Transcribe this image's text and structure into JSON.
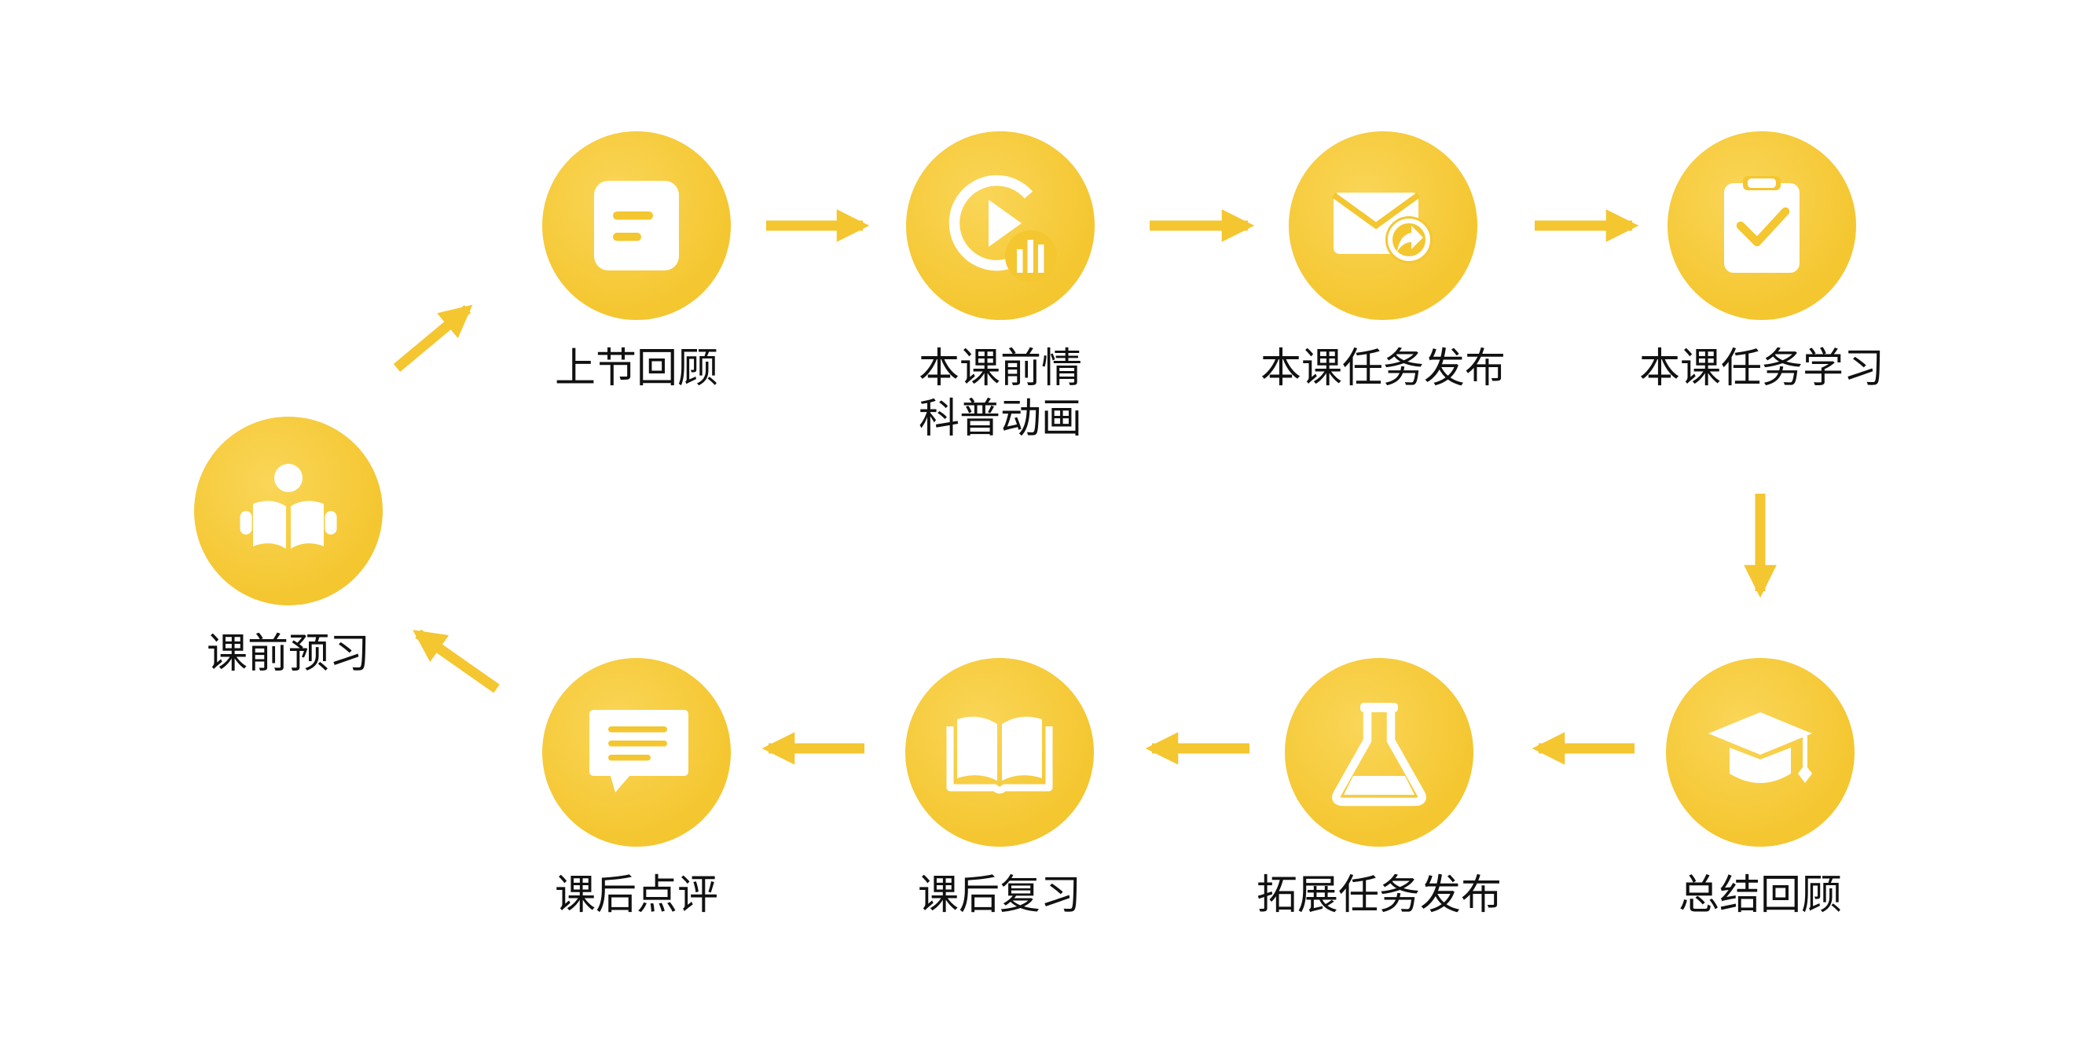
{
  "colors": {
    "accent": "#F4C630",
    "accent_light": "#FAD658",
    "icon": "#FFFFFF",
    "text": "#111111"
  },
  "steps": [
    {
      "id": "pre-class-preview",
      "lines": [
        "课前预习"
      ],
      "icon": "reading-person-icon"
    },
    {
      "id": "last-lesson-review",
      "lines": [
        "上节回顾"
      ],
      "icon": "note-icon"
    },
    {
      "id": "pre-class-animation",
      "lines": [
        "本课前情",
        "科普动画"
      ],
      "icon": "video-play-icon"
    },
    {
      "id": "task-release",
      "lines": [
        "本课任务发布"
      ],
      "icon": "mail-share-icon"
    },
    {
      "id": "task-study",
      "lines": [
        "本课任务学习"
      ],
      "icon": "clipboard-check-icon"
    },
    {
      "id": "summary-review",
      "lines": [
        "总结回顾"
      ],
      "icon": "graduation-cap-icon"
    },
    {
      "id": "extension-task-release",
      "lines": [
        "拓展任务发布"
      ],
      "icon": "flask-icon"
    },
    {
      "id": "after-class-review",
      "lines": [
        "课后复习"
      ],
      "icon": "open-book-icon"
    },
    {
      "id": "after-class-comment",
      "lines": [
        "课后点评"
      ],
      "icon": "comment-icon"
    }
  ],
  "flow": [
    "pre-class-preview",
    "last-lesson-review",
    "pre-class-animation",
    "task-release",
    "task-study",
    "summary-review",
    "extension-task-release",
    "after-class-review",
    "after-class-comment",
    "pre-class-preview"
  ]
}
